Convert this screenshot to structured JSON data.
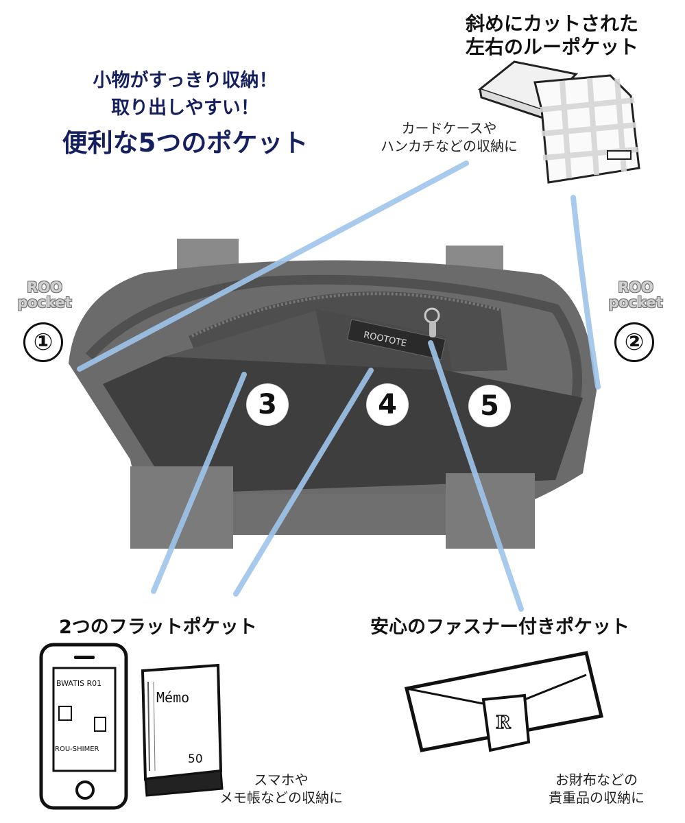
{
  "headline": {
    "line1": "小物がすっきり収納！",
    "line2": "取り出しやすい！",
    "line3": "便利な5つのポケット"
  },
  "top_right": {
    "title_line1": "斜めにカットされた",
    "title_line2": "左右のルーポケット",
    "note_line1": "カードケースや",
    "note_line2": "ハンカチなどの収納に"
  },
  "left_pocket": {
    "label_line1": "ROO",
    "label_line2": "pocket",
    "number": "①"
  },
  "right_pocket": {
    "label_line1": "ROO",
    "label_line2": "pocket",
    "number": "②"
  },
  "inner_numbers": [
    "3",
    "4",
    "5"
  ],
  "brand_tag": "ROOTOTE",
  "bottom_left": {
    "title": "2つのフラットポケット",
    "note_line1": "スマホや",
    "note_line2": "メモ帳などの収納に",
    "phone_texts": [
      "BWATIS R01",
      "ROU-SHIMER"
    ],
    "memo_text": "Mémo",
    "memo_sub": "50"
  },
  "bottom_right": {
    "title": "安心のファスナー付きポケット",
    "note_line1": "お財布などの",
    "note_line2": "貴重品の収納に",
    "wallet_logo": "R"
  },
  "colors": {
    "headline": "#16205e",
    "leader_line": "#9ec4ea",
    "bag": "#5a5a5a"
  }
}
